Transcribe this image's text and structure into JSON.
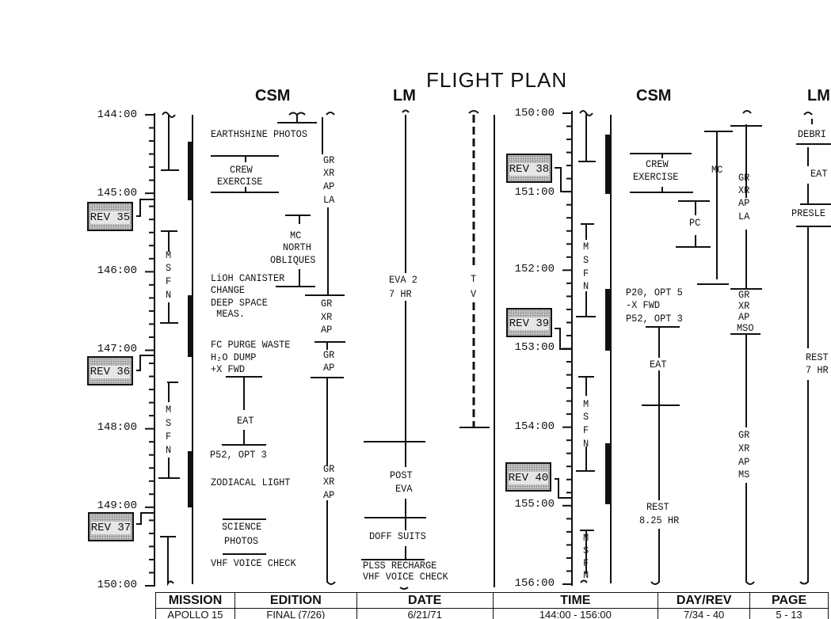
{
  "title": "FLIGHT PLAN",
  "left_column": {
    "csm_header": "CSM",
    "lm_header": "LM",
    "times": [
      "144:00",
      "145:00",
      "146:00",
      "147:00",
      "148:00",
      "149:00",
      "150:00"
    ],
    "revs": [
      "REV 35",
      "REV 36",
      "REV 37"
    ],
    "msfn": [
      "M",
      "S",
      "F",
      "N"
    ],
    "csm_activities": {
      "earthshine": "EARTHSHINE PHOTOS",
      "crew": "CREW",
      "exercise": "EXERCISE",
      "mc": "MC",
      "north": "NORTH",
      "obliques": "OBLIQUES",
      "lioh": "LiOH CANISTER",
      "change": "CHANGE",
      "deep_space": "DEEP SPACE",
      "meas": " MEAS.",
      "fc_purge": "FC PURGE WASTE",
      "h2o_dump": "H₂O DUMP",
      "x_fwd": "+X FWD",
      "eat": "EAT",
      "p52": "P52, OPT 3",
      "zodiacal": "ZODIACAL LIGHT",
      "science": "SCIENCE",
      "photos": "PHOTOS",
      "vhf": "VHF VOICE CHECK"
    },
    "attitude_1": [
      "GR",
      "XR",
      "AP",
      "LA"
    ],
    "attitude_2": [
      "GR",
      "XR",
      "AP"
    ],
    "attitude_3": [
      "GR",
      "AP"
    ],
    "attitude_4": [
      "GR",
      "XR",
      "AP"
    ],
    "lm_activities": {
      "eva2": "EVA 2",
      "eva_hr": "7 HR",
      "post": "POST",
      "eva": "EVA",
      "doff": "DOFF SUITS",
      "plss": "PLSS RECHARGE",
      "vhf": "VHF VOICE CHECK"
    },
    "tv": [
      "T",
      "V"
    ]
  },
  "right_column": {
    "csm_header": "CSM",
    "lm_header": "LM",
    "times": [
      "150:00",
      "151:00",
      "152:00",
      "153:00",
      "154:00",
      "155:00",
      "156:00"
    ],
    "revs": [
      "REV 38",
      "REV 39",
      "REV 40"
    ],
    "msfn": [
      "M",
      "S",
      "F",
      "N"
    ],
    "csm_activities": {
      "crew": "CREW",
      "exercise": "EXERCISE",
      "mc": "MC",
      "pc": "PC",
      "p20": "P20, OPT 5",
      "x_fwd": "-X FWD",
      "p52": "P52, OPT 3",
      "eat": "EAT",
      "rest": "REST",
      "rest_hr": "8.25 HR"
    },
    "attitude_1": [
      "GR",
      "XR",
      "AP",
      "LA"
    ],
    "attitude_2": [
      "GR",
      "XR",
      "AP",
      "MSO"
    ],
    "attitude_3": [
      "GR",
      "XR",
      "AP",
      "MS"
    ],
    "lm_activities": {
      "debri": "DEBRI",
      "eat": "EAT",
      "presle": "PRESLE",
      "rest": "REST",
      "rest_hr": "7 HR"
    }
  },
  "footer": {
    "headers": [
      "MISSION",
      "EDITION",
      "DATE",
      "TIME",
      "DAY/REV",
      "PAGE"
    ],
    "values": [
      "APOLLO 15",
      "FINAL (7/26)",
      "6/21/71",
      "144:00 - 156:00",
      "7/34 - 40",
      "5 - 13"
    ]
  }
}
